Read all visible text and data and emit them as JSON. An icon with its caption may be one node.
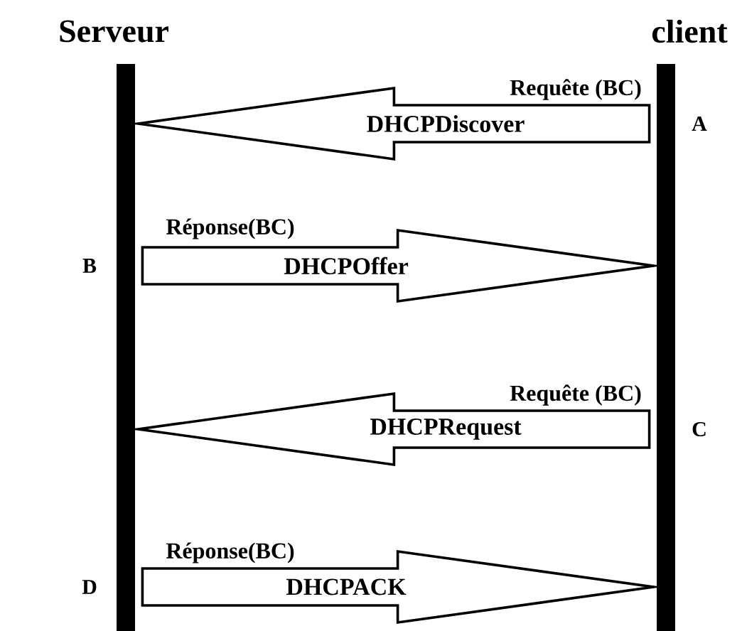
{
  "diagram": {
    "nodes": [
      {
        "text": [
          "Serveur"
        ]
      },
      {
        "text": [
          "client"
        ]
      }
    ],
    "edges": [
      {
        "from": 1,
        "to": 0,
        "arrow": "to",
        "label": "DHCPDiscover"
      },
      {
        "from": 0,
        "to": 1,
        "arrow": "to",
        "label": "DHCPOffer"
      },
      {
        "from": 1,
        "to": 0,
        "arrow": "to",
        "label": "DHCPRequest"
      },
      {
        "from": 0,
        "to": 1,
        "arrow": "to",
        "label": "DHCPACK"
      }
    ],
    "labels": [
      "Requête (BC)",
      "A",
      "Réponse(BC)",
      "B",
      "Requête (BC)",
      "C",
      "Réponse(BC)",
      "D"
    ]
  }
}
